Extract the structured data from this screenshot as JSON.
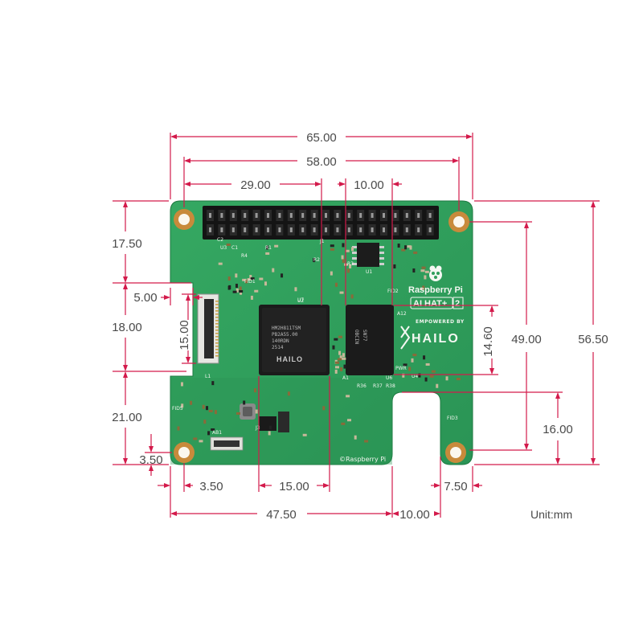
{
  "unit_label": "Unit:mm",
  "dimensions": {
    "overall_width": "65.00",
    "hole_span_width": "58.00",
    "hole_to_center": "29.00",
    "chip_offset": "10.00",
    "top_section_height": "17.50",
    "notch_width": "5.00",
    "middle_section_height": "18.00",
    "bottom_section_height": "21.00",
    "bottom_hole_edge_v": "3.50",
    "connector_height": "15.00",
    "chip_height": "14.60",
    "hole_span_height": "49.00",
    "overall_height": "56.50",
    "cutout_height": "16.00",
    "left_hole_edge": "3.50",
    "chip_width": "15.00",
    "tab_width": "7.50",
    "body_width": "47.50",
    "cutout_width": "10.00"
  },
  "board": {
    "brand": "Raspberry Pi",
    "product": "AI HAT+",
    "revision": "2",
    "powered_by": "EMPOWERED BY",
    "partner": "HAILO",
    "copyright": "©Raspberry Pi",
    "chip_main_logo": "HAILO",
    "chip_main_lines": [
      "HM2H811TSM",
      "PB2A55.00",
      "140RDN",
      "2514"
    ],
    "chip_memory_lines": [
      "SN77",
      "OBCIN"
    ],
    "labels": [
      "J1",
      "U1",
      "U2",
      "U3",
      "U4",
      "U6",
      "U7",
      "R1",
      "R2",
      "R3",
      "R4",
      "C1",
      "C2",
      "FID1",
      "FID2",
      "FID3",
      "FID5",
      "PWR",
      "A1",
      "A12",
      "AB1",
      "J3",
      "L1",
      "R36",
      "R37",
      "R38"
    ]
  },
  "colors": {
    "pcb": "#2e9e5b",
    "pcb_dark": "#237f47",
    "dimension": "#d31a4b",
    "pad_gold": "#c88a3b",
    "chip": "#1b1b1b"
  }
}
